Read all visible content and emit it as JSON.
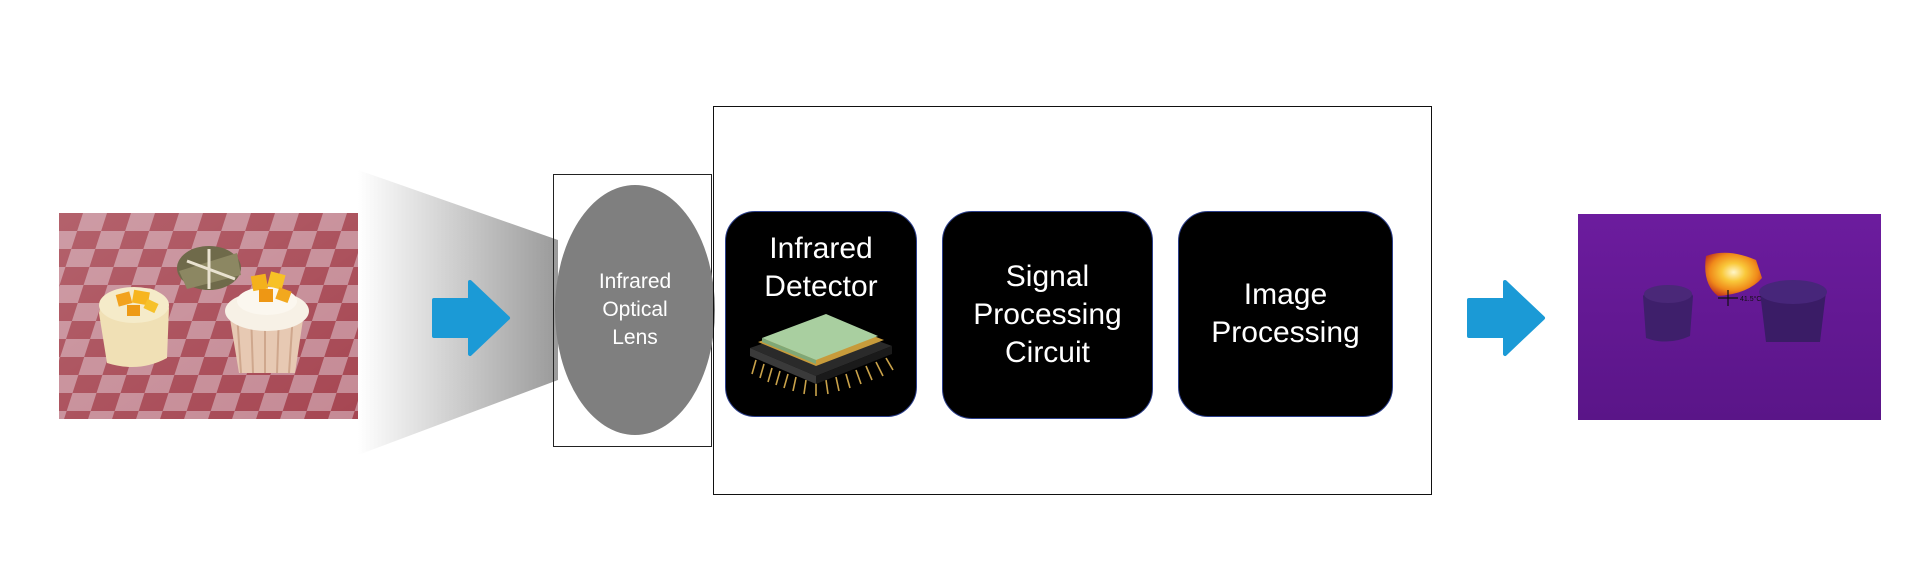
{
  "lens": {
    "label": "Infrared\nOptical\nLens"
  },
  "stages": [
    {
      "label": "Infrared\nDetector"
    },
    {
      "label": "Signal\nProcessing\nCircuit"
    },
    {
      "label": "Image\nProcessing"
    }
  ],
  "thermal_readout": "41.5°C",
  "colors": {
    "arrow": "#1b9ad6",
    "lens": "#7f7f7f",
    "stage_fill": "#000000",
    "stage_border": "#2c3f8c",
    "thermal_background": "#6a1c9a",
    "hot_spot": "#f5b21a"
  }
}
